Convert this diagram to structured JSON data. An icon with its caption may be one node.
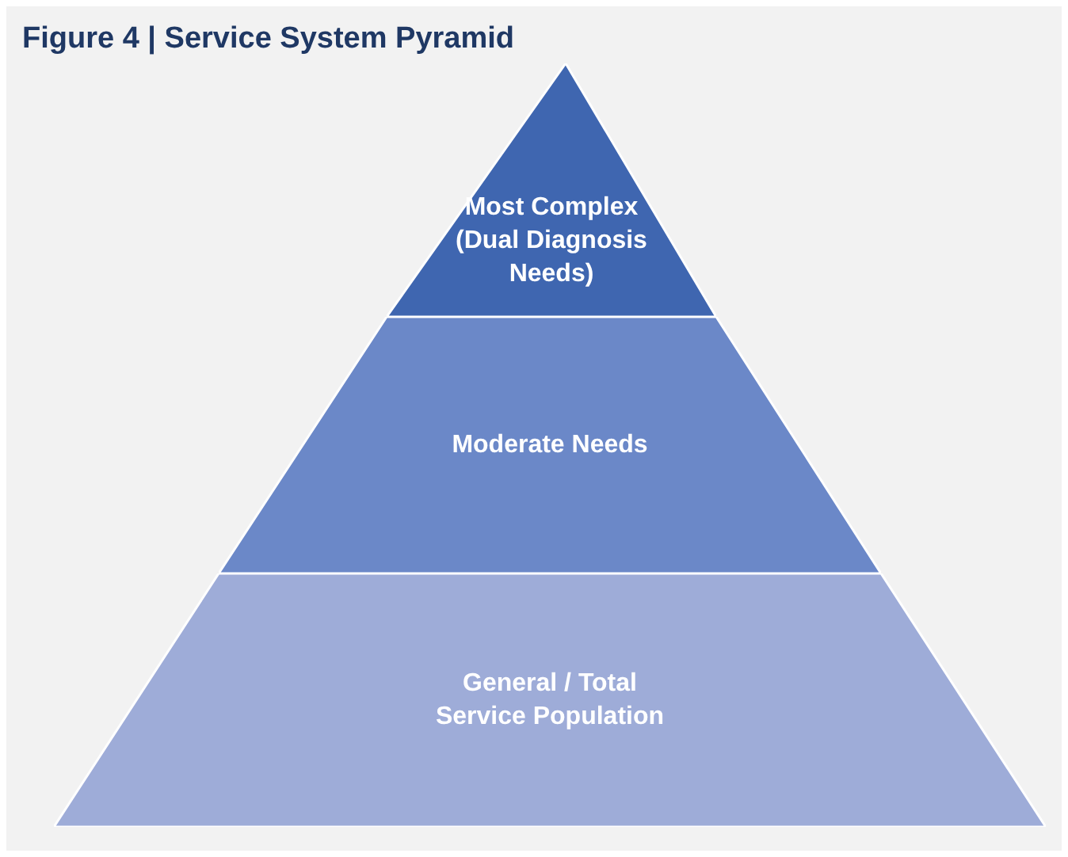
{
  "diagram": {
    "title": "Figure 4 | Service System Pyramid",
    "nodes": [
      {
        "text": [
          "Most Complex (Dual Diagnosis Needs)"
        ]
      },
      {
        "text": [
          "Moderate Needs"
        ]
      },
      {
        "text": [
          "General / Total Service Population"
        ]
      }
    ]
  }
}
